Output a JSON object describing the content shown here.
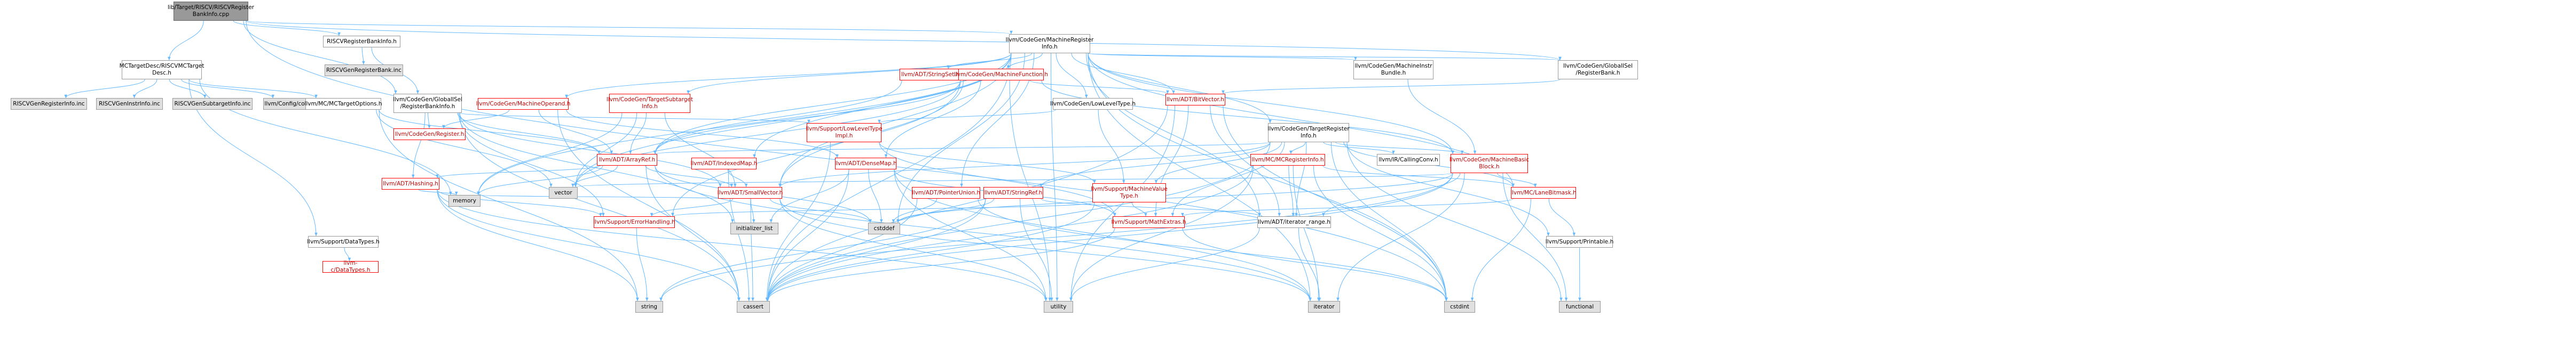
{
  "colors": {
    "edge": "#63b8ff",
    "root_fill": "#999999",
    "missing_border": "#ff0000",
    "external_fill": "#e0e0e0"
  },
  "nodes": [
    {
      "id": "root",
      "label": "lib/Target/RISCV/RISCVRegister\nBankInfo.cpp",
      "kind": "root"
    },
    {
      "id": "rbinfo_h",
      "label": "RISCVRegisterBankInfo.h",
      "kind": "normal"
    },
    {
      "id": "rbinc",
      "label": "RISCVGenRegisterBank.inc",
      "kind": "external"
    },
    {
      "id": "mctarget",
      "label": "MCTargetDesc/RISCVMCTarget\nDesc.h",
      "kind": "normal"
    },
    {
      "id": "reginfoinc",
      "label": "RISCVGenRegisterInfo.inc",
      "kind": "external"
    },
    {
      "id": "instrinc",
      "label": "RISCVGenInstrInfo.inc",
      "kind": "external"
    },
    {
      "id": "subtargetinc",
      "label": "RISCVGenSubtargetInfo.inc",
      "kind": "external"
    },
    {
      "id": "configh",
      "label": "llvm/Config/config.h",
      "kind": "external"
    },
    {
      "id": "mctargetopts",
      "label": "llvm/MC/MCTargetOptions.h",
      "kind": "normal"
    },
    {
      "id": "gisel_rbinfo",
      "label": "llvm/CodeGen/GlobalISel\n/RegisterBankInfo.h",
      "kind": "normal"
    },
    {
      "id": "genregister",
      "label": "llvm/CodeGen/Register.h",
      "kind": "red"
    },
    {
      "id": "datatypes_support",
      "label": "llvm/Support/DataTypes.h",
      "kind": "normal"
    },
    {
      "id": "c_datatypes",
      "label": "llvm-c/DataTypes.h",
      "kind": "red"
    },
    {
      "id": "machineoperand",
      "label": "llvm/CodeGen/MachineOperand.h",
      "kind": "red"
    },
    {
      "id": "hashing",
      "label": "llvm/ADT/Hashing.h",
      "kind": "red"
    },
    {
      "id": "arrayref",
      "label": "llvm/ADT/ArrayRef.h",
      "kind": "red"
    },
    {
      "id": "tsubtarget",
      "label": "llvm/CodeGen/TargetSubtarget\nInfo.h",
      "kind": "red"
    },
    {
      "id": "stringset",
      "label": "llvm/ADT/StringSet.h",
      "kind": "red"
    },
    {
      "id": "machinefunction",
      "label": "llvm/CodeGen/MachineFunction.h",
      "kind": "red"
    },
    {
      "id": "mreginfo",
      "label": "llvm/CodeGen/MachineRegister\nInfo.h",
      "kind": "normal"
    },
    {
      "id": "indexedmap",
      "label": "llvm/ADT/IndexedMap.h",
      "kind": "red"
    },
    {
      "id": "lowleveltype_cg",
      "label": "llvm/CodeGen/LowLevelType.h",
      "kind": "normal"
    },
    {
      "id": "lowleveltypeimpl",
      "label": "llvm/Support/LowLevelType\nImpl.h",
      "kind": "red"
    },
    {
      "id": "bitvector",
      "label": "llvm/ADT/BitVector.h",
      "kind": "red"
    },
    {
      "id": "densemap",
      "label": "llvm/ADT/DenseMap.h",
      "kind": "red"
    },
    {
      "id": "smallvector",
      "label": "llvm/ADT/SmallVector.h",
      "kind": "red"
    },
    {
      "id": "pointerunion",
      "label": "llvm/ADT/PointerUnion.h",
      "kind": "red"
    },
    {
      "id": "stringref",
      "label": "llvm/ADT/StringRef.h",
      "kind": "red"
    },
    {
      "id": "machinevaluetype",
      "label": "llvm/Support/MachineValue\nType.h",
      "kind": "red"
    },
    {
      "id": "mathextras",
      "label": "llvm/Support/MathExtras.h",
      "kind": "red"
    },
    {
      "id": "errorhandling",
      "label": "llvm/Support/ErrorHandling.h",
      "kind": "red"
    },
    {
      "id": "iterator_range",
      "label": "llvm/ADT/iterator_range.h",
      "kind": "normal"
    },
    {
      "id": "instrbundle",
      "label": "llvm/CodeGen/MachineInstr\nBundle.h",
      "kind": "normal"
    },
    {
      "id": "ttreginfo",
      "label": "llvm/CodeGen/TargetRegister\nInfo.h",
      "kind": "normal"
    },
    {
      "id": "callingconv",
      "label": "llvm/IR/CallingConv.h",
      "kind": "normal"
    },
    {
      "id": "mcreginfo",
      "label": "llvm/MC/MCRegisterInfo.h",
      "kind": "red"
    },
    {
      "id": "mbb",
      "label": "llvm/CodeGen/MachineBasic\nBlock.h",
      "kind": "red"
    },
    {
      "id": "lanebitmask",
      "label": "llvm/MC/LaneBitmask.h",
      "kind": "red"
    },
    {
      "id": "printable",
      "label": "llvm/Support/Printable.h",
      "kind": "normal"
    },
    {
      "id": "globalisel_rb",
      "label": "llvm/CodeGen/GlobalISel\n/RegisterBank.h",
      "kind": "normal"
    },
    {
      "id": "vector",
      "label": "vector",
      "kind": "external"
    },
    {
      "id": "memory",
      "label": "memory",
      "kind": "external"
    },
    {
      "id": "init_list",
      "label": "initializer_list",
      "kind": "external"
    },
    {
      "id": "cstddef",
      "label": "cstddef",
      "kind": "external"
    },
    {
      "id": "cassert",
      "label": "cassert",
      "kind": "external"
    },
    {
      "id": "string",
      "label": "string",
      "kind": "external"
    },
    {
      "id": "utility",
      "label": "utility",
      "kind": "external"
    },
    {
      "id": "iterator",
      "label": "iterator",
      "kind": "external"
    },
    {
      "id": "cstdint",
      "label": "cstdint",
      "kind": "external"
    },
    {
      "id": "functional",
      "label": "functional",
      "kind": "external"
    }
  ],
  "edges": [
    [
      "root",
      "rbinfo_h"
    ],
    [
      "root",
      "mctarget"
    ],
    [
      "root",
      "mreginfo"
    ],
    [
      "root",
      "gisel_rbinfo"
    ],
    [
      "root",
      "globalisel_rb"
    ],
    [
      "root",
      "cstdint"
    ],
    [
      "rbinfo_h",
      "rbinc"
    ],
    [
      "rbinfo_h",
      "gisel_rbinfo"
    ],
    [
      "mctarget",
      "reginfoinc"
    ],
    [
      "mctarget",
      "instrinc"
    ],
    [
      "mctarget",
      "subtargetinc"
    ],
    [
      "mctarget",
      "configh"
    ],
    [
      "mctarget",
      "mctargetopts"
    ],
    [
      "mctarget",
      "datatypes_support"
    ],
    [
      "mctarget",
      "memory"
    ],
    [
      "mctargetopts",
      "arrayref"
    ],
    [
      "mctargetopts",
      "string"
    ],
    [
      "mctargetopts",
      "vector"
    ],
    [
      "gisel_rbinfo",
      "genregister"
    ],
    [
      "gisel_rbinfo",
      "hashing"
    ],
    [
      "gisel_rbinfo",
      "arrayref"
    ],
    [
      "gisel_rbinfo",
      "smallvector"
    ],
    [
      "gisel_rbinfo",
      "lowleveltypeimpl"
    ],
    [
      "gisel_rbinfo",
      "errorhandling"
    ],
    [
      "gisel_rbinfo",
      "init_list"
    ],
    [
      "gisel_rbinfo",
      "cassert"
    ],
    [
      "datatypes_support",
      "c_datatypes"
    ],
    [
      "machineoperand",
      "arrayref"
    ],
    [
      "machineoperand",
      "densemap"
    ],
    [
      "machineoperand",
      "genregister"
    ],
    [
      "machineoperand",
      "cassert"
    ],
    [
      "hashing",
      "errorhandling"
    ],
    [
      "hashing",
      "memory"
    ],
    [
      "hashing",
      "cassert"
    ],
    [
      "hashing",
      "string"
    ],
    [
      "hashing",
      "utility"
    ],
    [
      "arrayref",
      "hashing"
    ],
    [
      "arrayref",
      "smallvector"
    ],
    [
      "arrayref",
      "memory"
    ],
    [
      "arrayref",
      "vector"
    ],
    [
      "arrayref",
      "cassert"
    ],
    [
      "arrayref",
      "cstddef"
    ],
    [
      "arrayref",
      "iterator"
    ],
    [
      "tsubtarget",
      "arrayref"
    ],
    [
      "tsubtarget",
      "smallvector"
    ],
    [
      "tsubtarget",
      "memory"
    ],
    [
      "tsubtarget",
      "vector"
    ],
    [
      "stringset",
      "arrayref"
    ],
    [
      "machinefunction",
      "arrayref"
    ],
    [
      "machinefunction",
      "bitvector"
    ],
    [
      "machinefunction",
      "densemap"
    ],
    [
      "machinefunction",
      "smallvector"
    ],
    [
      "machinefunction",
      "mbb"
    ],
    [
      "machinefunction",
      "errorhandling"
    ],
    [
      "machinefunction",
      "vector"
    ],
    [
      "machinefunction",
      "utility"
    ],
    [
      "mreginfo",
      "arrayref"
    ],
    [
      "mreginfo",
      "bitvector"
    ],
    [
      "mreginfo",
      "indexedmap"
    ],
    [
      "mreginfo",
      "smallvector"
    ],
    [
      "mreginfo",
      "stringset"
    ],
    [
      "mreginfo",
      "iterator_range"
    ],
    [
      "mreginfo",
      "lowleveltype_cg"
    ],
    [
      "mreginfo",
      "mbb"
    ],
    [
      "mreginfo",
      "machinefunction"
    ],
    [
      "mreginfo",
      "instrbundle"
    ],
    [
      "mreginfo",
      "machineoperand"
    ],
    [
      "mreginfo",
      "globalisel_rb"
    ],
    [
      "mreginfo",
      "tsubtarget"
    ],
    [
      "mreginfo",
      "ttreginfo"
    ],
    [
      "mreginfo",
      "lanebitmask"
    ],
    [
      "mreginfo",
      "pointerunion"
    ],
    [
      "mreginfo",
      "cassert"
    ],
    [
      "mreginfo",
      "cstddef"
    ],
    [
      "mreginfo",
      "cstdint"
    ],
    [
      "mreginfo",
      "iterator"
    ],
    [
      "mreginfo",
      "memory"
    ],
    [
      "mreginfo",
      "utility"
    ],
    [
      "mreginfo",
      "vector"
    ],
    [
      "indexedmap",
      "smallvector"
    ],
    [
      "indexedmap",
      "cassert"
    ],
    [
      "lowleveltype_cg",
      "lowleveltypeimpl"
    ],
    [
      "lowleveltype_cg",
      "machinevaluetype"
    ],
    [
      "lowleveltypeimpl",
      "machinevaluetype"
    ],
    [
      "lowleveltypeimpl",
      "mathextras"
    ],
    [
      "lowleveltypeimpl",
      "cassert"
    ],
    [
      "bitvector",
      "iterator_range"
    ],
    [
      "bitvector",
      "mathextras"
    ],
    [
      "bitvector",
      "cassert"
    ],
    [
      "bitvector",
      "utility"
    ],
    [
      "bitvector",
      "cstdint"
    ],
    [
      "densemap",
      "mathextras"
    ],
    [
      "densemap",
      "init_list"
    ],
    [
      "densemap",
      "cstddef"
    ],
    [
      "densemap",
      "cassert"
    ],
    [
      "densemap",
      "iterator"
    ],
    [
      "densemap",
      "utility"
    ],
    [
      "smallvector",
      "errorhandling"
    ],
    [
      "smallvector",
      "memory"
    ],
    [
      "smallvector",
      "init_list"
    ],
    [
      "smallvector",
      "cstddef"
    ],
    [
      "smallvector",
      "cassert"
    ],
    [
      "smallvector",
      "utility"
    ],
    [
      "smallvector",
      "iterator"
    ],
    [
      "pointerunion",
      "cassert"
    ],
    [
      "pointerunion",
      "cstddef"
    ],
    [
      "pointerunion",
      "cstdint"
    ],
    [
      "stringref",
      "iterator_range"
    ],
    [
      "stringref",
      "cassert"
    ],
    [
      "stringref",
      "cstddef"
    ],
    [
      "stringref",
      "string"
    ],
    [
      "stringref",
      "utility"
    ],
    [
      "machinevaluetype",
      "mathextras"
    ],
    [
      "machinevaluetype",
      "errorhandling"
    ],
    [
      "machinevaluetype",
      "cassert"
    ],
    [
      "mathextras",
      "cassert"
    ],
    [
      "mathextras",
      "cstdint"
    ],
    [
      "errorhandling",
      "string"
    ],
    [
      "iterator_range",
      "iterator"
    ],
    [
      "iterator_range",
      "utility"
    ],
    [
      "instrbundle",
      "mbb"
    ],
    [
      "ttreginfo",
      "arrayref"
    ],
    [
      "ttreginfo",
      "smallvector"
    ],
    [
      "ttreginfo",
      "stringref"
    ],
    [
      "ttreginfo",
      "iterator_range"
    ],
    [
      "ttreginfo",
      "mbb"
    ],
    [
      "ttreginfo",
      "callingconv"
    ],
    [
      "ttreginfo",
      "mcreginfo"
    ],
    [
      "ttreginfo",
      "lanebitmask"
    ],
    [
      "ttreginfo",
      "machinevaluetype"
    ],
    [
      "ttreginfo",
      "mathextras"
    ],
    [
      "ttreginfo",
      "printable"
    ],
    [
      "ttreginfo",
      "cassert"
    ],
    [
      "ttreginfo",
      "cstdint"
    ],
    [
      "ttreginfo",
      "functional"
    ],
    [
      "mcreginfo",
      "iterator_range"
    ],
    [
      "mcreginfo",
      "lanebitmask"
    ],
    [
      "mcreginfo",
      "cassert"
    ],
    [
      "mcreginfo",
      "cstdint"
    ],
    [
      "mcreginfo",
      "iterator"
    ],
    [
      "mcreginfo",
      "utility"
    ],
    [
      "mbb",
      "iterator_range"
    ],
    [
      "mbb",
      "lanebitmask"
    ],
    [
      "mbb",
      "cassert"
    ],
    [
      "mbb",
      "cstddef"
    ],
    [
      "mbb",
      "functional"
    ],
    [
      "mbb",
      "iterator"
    ],
    [
      "mbb",
      "string"
    ],
    [
      "mbb",
      "vector"
    ],
    [
      "lanebitmask",
      "mathextras"
    ],
    [
      "lanebitmask",
      "printable"
    ],
    [
      "lanebitmask",
      "cstdint"
    ],
    [
      "printable",
      "functional"
    ],
    [
      "globalisel_rb",
      "bitvector"
    ]
  ]
}
